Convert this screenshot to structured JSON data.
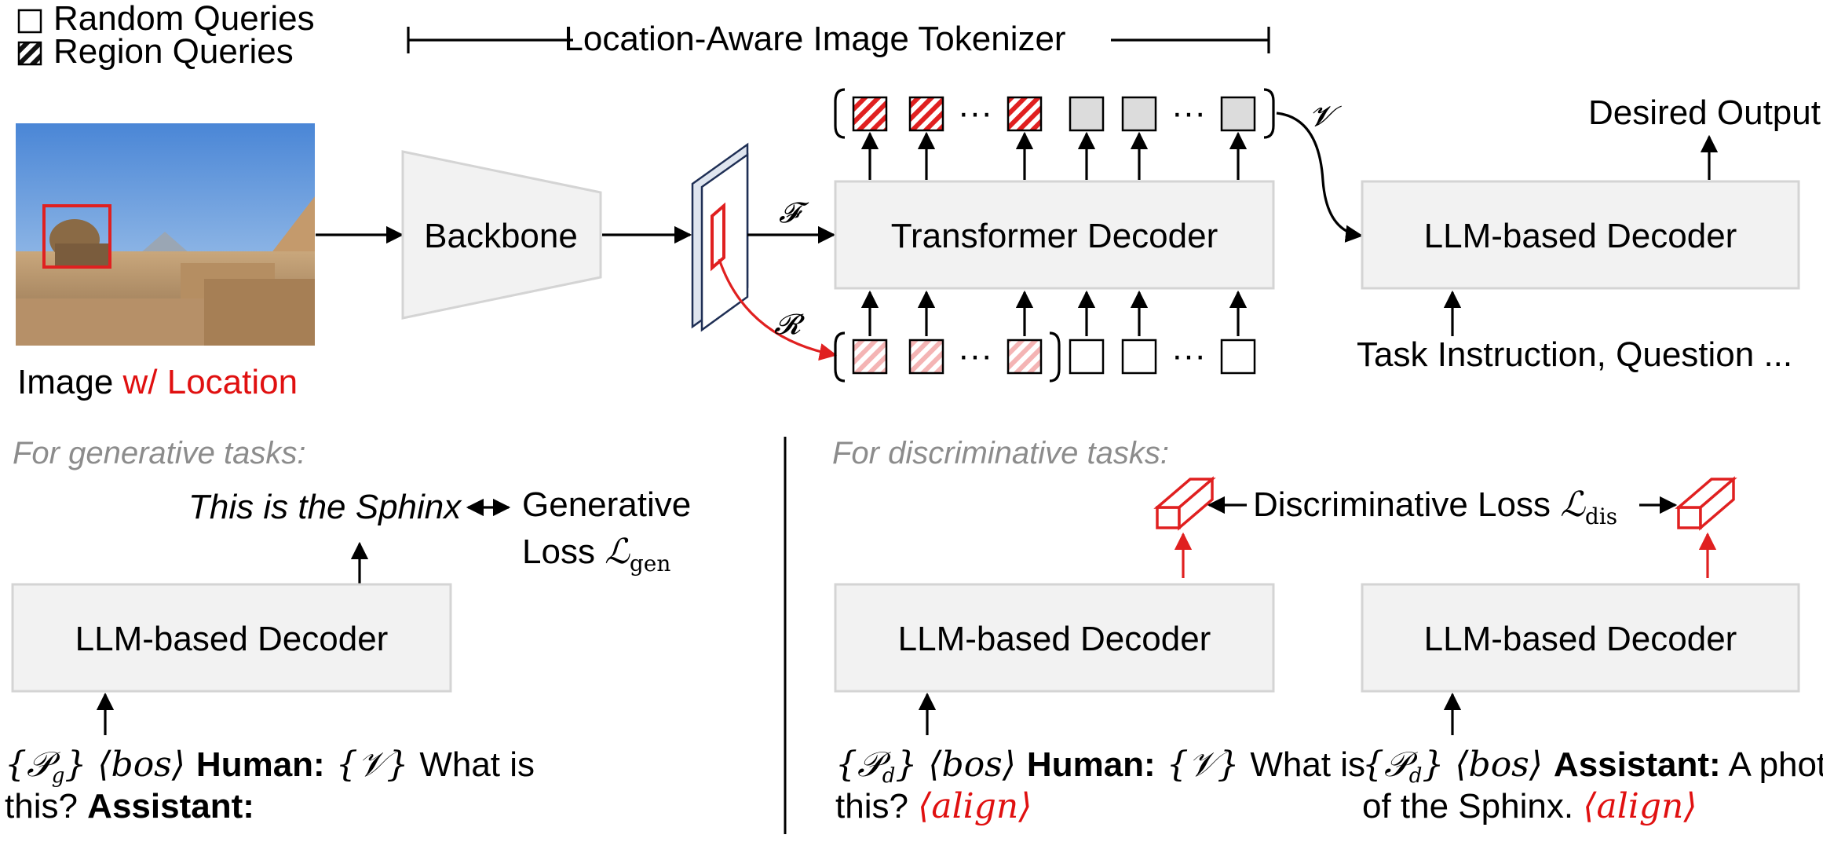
{
  "legend": {
    "random_queries": "Random Queries",
    "region_queries": "Region Queries"
  },
  "tokenizer_title": "Location-Aware Image Tokenizer",
  "image_caption": {
    "prefix": "Image ",
    "highlight": "w/ Location"
  },
  "blocks": {
    "backbone": "Backbone",
    "transformer_decoder": "Transformer Decoder",
    "llm_decoder_top": "LLM-based Decoder",
    "llm_decoder_gen": "LLM-based Decoder",
    "llm_decoder_dis_left": "LLM-based Decoder",
    "llm_decoder_dis_right": "LLM-based Decoder"
  },
  "symbols": {
    "features": "𝓕",
    "regions": "𝓡",
    "visual_tokens": "𝓥",
    "ellipsis": "···"
  },
  "top_right": {
    "desired_output": "Desired Output",
    "task_instruction": "Task Instruction, Question ..."
  },
  "generative": {
    "heading": "For generative tasks:",
    "output": "This is the Sphinx",
    "loss_line1": "Generative",
    "loss_line2_prefix": "Loss ",
    "loss_symbol": "ℒ",
    "loss_sub": "gen",
    "prompt": {
      "prefix": "{𝒫",
      "prefix_sub": "g",
      "bos": "} ⟨bos⟩ ",
      "human": "Human:",
      "v": " {𝒱} ",
      "line1_tail": "What is",
      "line2_text": "this? ",
      "assistant": "Assistant:"
    }
  },
  "discriminative": {
    "heading": "For discriminative tasks:",
    "loss_prefix": "Discriminative  Loss ",
    "loss_symbol": "ℒ",
    "loss_sub": "dis",
    "prompt_left": {
      "prefix": "{𝒫",
      "prefix_sub": "d",
      "bos": "} ⟨bos⟩ ",
      "human": "Human:",
      "v": " {𝒱} ",
      "line1_tail": "What is",
      "line2_text": "this? ",
      "align": "⟨align⟩"
    },
    "prompt_right": {
      "prefix": "{𝒫",
      "prefix_sub": "d",
      "bos": "} ⟨bos⟩ ",
      "assistant": "Assistant:",
      "line1_tail": " A photo",
      "line2_text": "of the Sphinx. ",
      "align": "⟨align⟩"
    }
  },
  "colors": {
    "accent_red": "#e02020",
    "box_fill": "#f2f2f2",
    "gray_token": "#dcdcdc",
    "heading_gray": "#8c8c8c"
  }
}
